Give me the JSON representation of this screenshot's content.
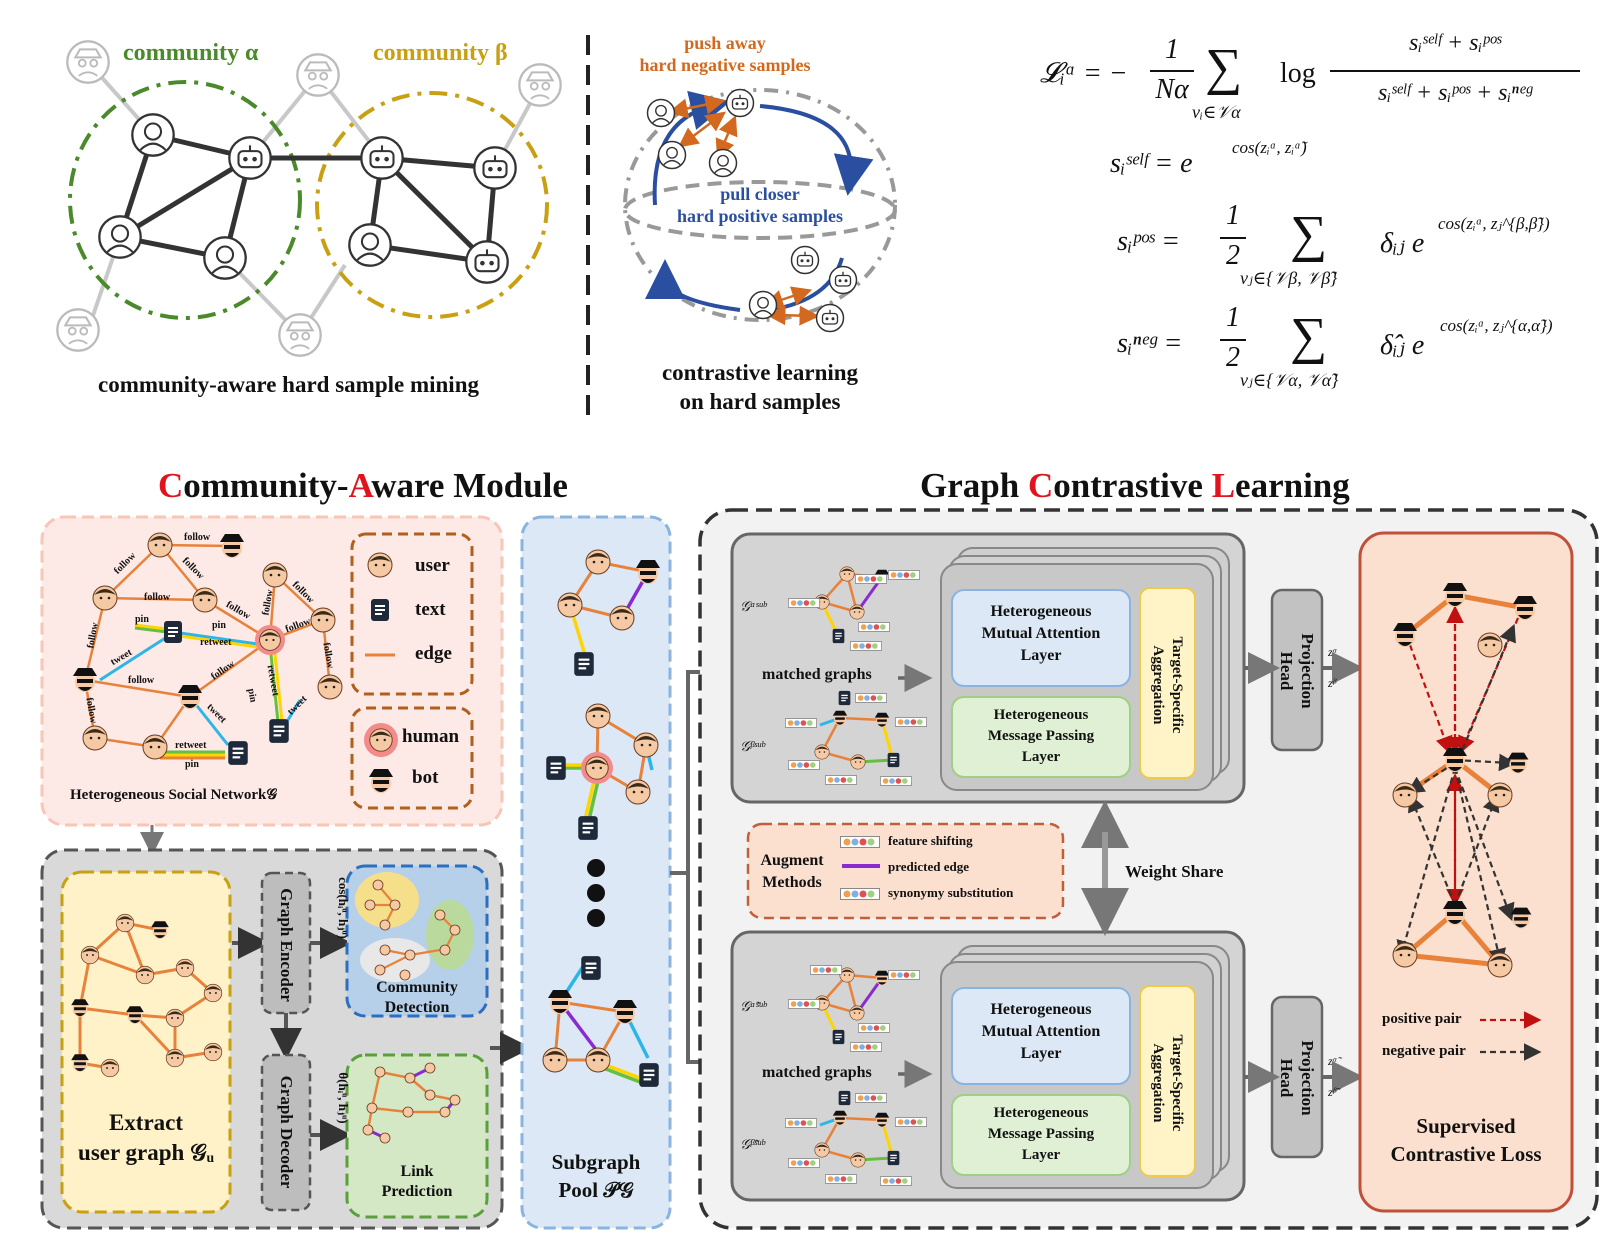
{
  "top_left": {
    "community_alpha": "community α",
    "community_beta": "community β",
    "caption": "community-aware hard sample mining"
  },
  "top_middle": {
    "push_away_line1": "push away",
    "push_away_line2": "hard negative samples",
    "pull_closer_line1": "pull closer",
    "pull_closer_line2": "hard positive samples",
    "caption_line1": "contrastive learning",
    "caption_line2": "on hard samples"
  },
  "formulas": {
    "loss_lhs": "𝓛ᵢᵅ = −",
    "loss_frac_num": "1",
    "loss_frac_den": "Nα",
    "loss_sum_sub": "vᵢ∈𝒱α",
    "loss_log": "log",
    "loss_num": "sᵢˢᵉˡᶠ + sᵢᵖᵒˢ",
    "loss_den": "sᵢˢᵉˡᶠ + sᵢᵖᵒˢ + sᵢⁿᵉᵍ",
    "self_lhs": "sᵢˢᵉˡᶠ = e",
    "self_exp": "cos(zᵢᵅ, zᵢᵅ̃)",
    "pos_lhs": "sᵢᵖᵒˢ =",
    "pos_sum_sub": "vⱼ∈{𝒱β, 𝒱β̃}",
    "pos_term": "δᵢⱼ e",
    "pos_exp": "cos(zᵢᵅ, zⱼ^{β,β̃})",
    "neg_lhs": "sᵢⁿᵉᵍ =",
    "neg_sum_sub": "vⱼ∈{𝒱α, 𝒱α̃}",
    "neg_term": "δ̂ᵢⱼ e",
    "neg_exp": "cos(zᵢᵅ, zⱼ^{α,α̃})",
    "half_num": "1",
    "half_den": "2"
  },
  "cam": {
    "title_c": "C",
    "title_rest1": "ommunity-",
    "title_a": "A",
    "title_rest2": "ware Module",
    "hsn_caption": "Heterogeneous Social Network𝒢",
    "edge_labels": [
      "follow",
      "follow",
      "follow",
      "follow",
      "follow",
      "follow",
      "follow",
      "follow",
      "follow",
      "follow",
      "pin",
      "pin",
      "retweet",
      "tweet",
      "follow",
      "follow",
      "tweet",
      "retweet",
      "pin",
      "tweet",
      "retweet",
      "pin",
      "follow"
    ],
    "legend1": {
      "user": "user",
      "text": "text",
      "edge": "edge"
    },
    "legend2": {
      "human": "human",
      "bot": "bot"
    },
    "extract_line1": "Extract",
    "extract_line2": "user graph 𝒢ᵤ",
    "graph_encoder": "Graph Encoder",
    "graph_decoder": "Graph Decoder",
    "cos_label": "cos(hᵢᵘ, hⱼᵘ)",
    "theta_label": "θ(hᵢᵘ, hⱼᵘ)",
    "community_detection_line1": "Community",
    "community_detection_line2": "Detection",
    "link_prediction_line1": "Link",
    "link_prediction_line2": "Prediction"
  },
  "pool": {
    "caption_line1": "Subgraph",
    "caption_line2": "Pool 𝒫𝒢"
  },
  "gcl": {
    "title_g": "Graph ",
    "title_c": "C",
    "title_rest1": "ontrastive ",
    "title_l": "L",
    "title_rest2": "earning",
    "g_alpha_sub": "𝒢ᵅˢᵘᵇ",
    "g_beta_sub": "𝒢ᵝˢᵘᵇ",
    "g_alpha_tilde_sub": "𝒢ᵅ̃ˢᵘᵇ",
    "g_beta_tilde_sub": "𝒢ᵝ̃ˢᵘᵇ",
    "matched_graphs": "matched graphs",
    "hma_line1": "Heterogeneous",
    "hma_line2": "Mutual Attention",
    "hma_line3": "Layer",
    "hmp_line1": "Heterogeneous",
    "hmp_line2": "Message Passing",
    "hmp_line3": "Layer",
    "tsa_line1": "Target-Specific",
    "tsa_line2": "Aggregation",
    "proj_line1": "Projection",
    "proj_line2": "Head",
    "z_alpha": "zᵅ",
    "z_beta": "zᵝ",
    "z_alpha_tilde": "zᵅ̃",
    "z_beta_tilde": "zᵝ̃",
    "augment_line1": "Augment",
    "augment_line2": "Methods",
    "aug_feature_shifting": "feature shifting",
    "aug_predicted_edge": "predicted edge",
    "aug_synonymy": "synonymy substitution",
    "weight_share": "Weight Share",
    "positive_pair": "positive pair",
    "negative_pair": "negative pair",
    "loss_line1": "Supervised",
    "loss_line2": "Contrastive Loss"
  },
  "colors": {
    "community_alpha": "#4a8a2a",
    "community_beta": "#c8a012",
    "push_text": "#d2691e",
    "pull_text": "#2a4fa0",
    "title_red": "#e0141e",
    "edge_orange": "#e8823a",
    "pink_panel": "#fde9e6",
    "blue_panel": "#dce8f5",
    "yellow_panel": "#fff1c8",
    "green_panel": "#e1efd9",
    "gray_panel": "#d9d9d9",
    "loss_panel": "#fbe0cf"
  }
}
